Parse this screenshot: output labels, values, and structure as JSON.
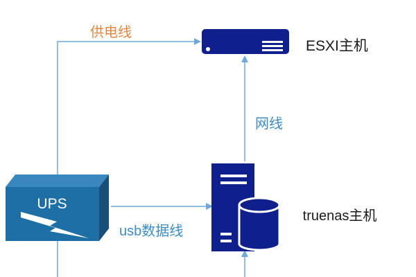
{
  "edges": {
    "power": {
      "label": "供电线",
      "color": "#e28743"
    },
    "network": {
      "label": "网线",
      "color": "#3c8cc4"
    },
    "usb": {
      "label": "usb数据线",
      "color": "#3c8cc4"
    }
  },
  "nodes": {
    "ups": {
      "label": "UPS",
      "color": "#1e6fa5"
    },
    "esxi": {
      "label": "ESXI主机",
      "color": "#0f1f8c"
    },
    "truenas": {
      "label": "truenas主机",
      "color": "#0f1f8c"
    }
  },
  "colors": {
    "connector": "#6fa9d9"
  },
  "icons": {
    "ups": "lightning-bolt-icon",
    "esxi": "rack-server-icon",
    "truenas": "tower-server-with-database-icon"
  }
}
